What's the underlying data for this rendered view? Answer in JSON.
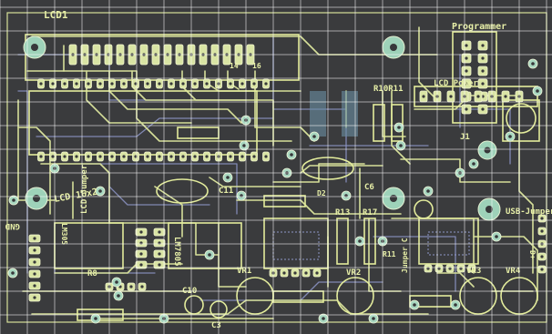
{
  "board": {
    "background": "#3a3b3d",
    "copper_color": "#d6df9a",
    "bottom_copper_color": "#8e97c8",
    "silkscreen_color": "#e8f0a8",
    "pad_color": "#a8d7c0",
    "frame_color": "#c9c9c9"
  },
  "labels": {
    "lcd": "LCD1",
    "programmer": "Programmer",
    "lcd_pin_14": "14",
    "lcd_pin_16": "16",
    "j1": "J1",
    "lcd_jumper": "LCD Jumper",
    "r1_r11": "R10R11",
    "lcd_power": "LCD Power",
    "lcd_16x2": "LCD 16x2",
    "c6": "C6",
    "c11": "C11",
    "lm7805": "LM7805",
    "vr1": "VR1",
    "vr2": "VR2",
    "vr3": "VR3",
    "vr4": "VR4",
    "r13": "R13",
    "r17": "R17",
    "c10": "C10",
    "c3": "C3",
    "usb_jumper": "USB-Jumper",
    "d2": "D2",
    "jumper_c": "Jumper C",
    "gnd": "GND",
    "plus": "D+",
    "r8": "R8",
    "lm_small": "LM305",
    "r11": "R11"
  }
}
